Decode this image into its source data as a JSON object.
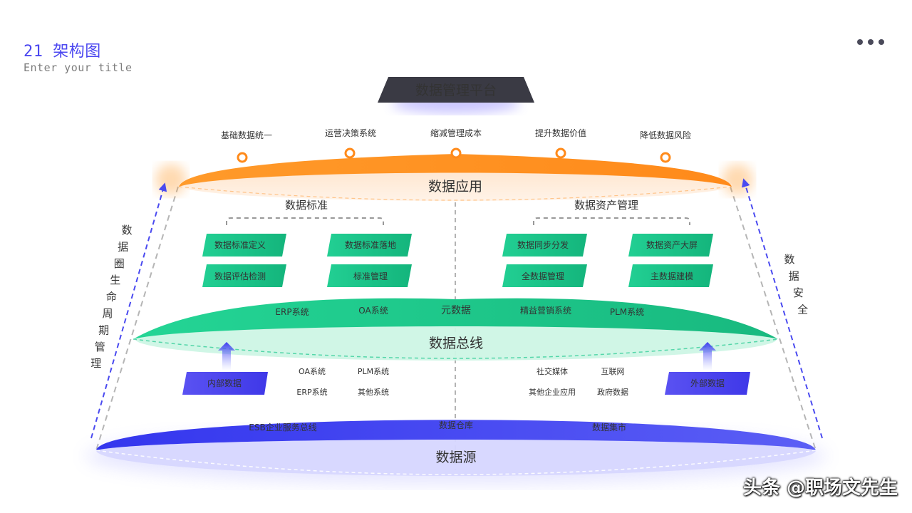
{
  "header": {
    "title": "21 架构图",
    "subtitle": "Enter your title"
  },
  "platform": {
    "label": "数据管理平台"
  },
  "app_layer": {
    "label": "数据应用",
    "goals": [
      "基础数据统一",
      "运营决策系统",
      "缩减管理成本",
      "提升数据价值",
      "降低数据风险"
    ]
  },
  "standards": {
    "title": "数据标准",
    "items": [
      "数据标准定义",
      "数据标准落地",
      "数据评估检测",
      "标准管理"
    ]
  },
  "asset_mgmt": {
    "title": "数据资产管理",
    "items": [
      "数据同步分发",
      "数据资产大屏",
      "全数据管理",
      "主数据建模"
    ]
  },
  "bus_layer": {
    "label": "数据总线",
    "items": [
      "ERP系统",
      "OA系统",
      "元数据",
      "精益营销系统",
      "PLM系统"
    ]
  },
  "internal": {
    "label": "内部数据",
    "items": [
      "OA系统",
      "PLM系统",
      "ERP系统",
      "其他系统"
    ]
  },
  "external": {
    "label": "外部数据",
    "items": [
      "社交媒体",
      "互联网",
      "其他企业应用",
      "政府数据"
    ]
  },
  "source_layer": {
    "label": "数据源",
    "items": [
      "ESB企业服务总线",
      "数据仓库",
      "数据集市"
    ]
  },
  "side": {
    "left": "数据圈生命周期管理",
    "right": "数据安全"
  },
  "watermark": "头条 @职场文先生",
  "colors": {
    "orange": "#ff9524",
    "green": "#1fc98e",
    "blue": "#3b3ef0",
    "purple": "#5a4ff0",
    "dark": "#3a3a44",
    "accent": "#4b47f0"
  }
}
